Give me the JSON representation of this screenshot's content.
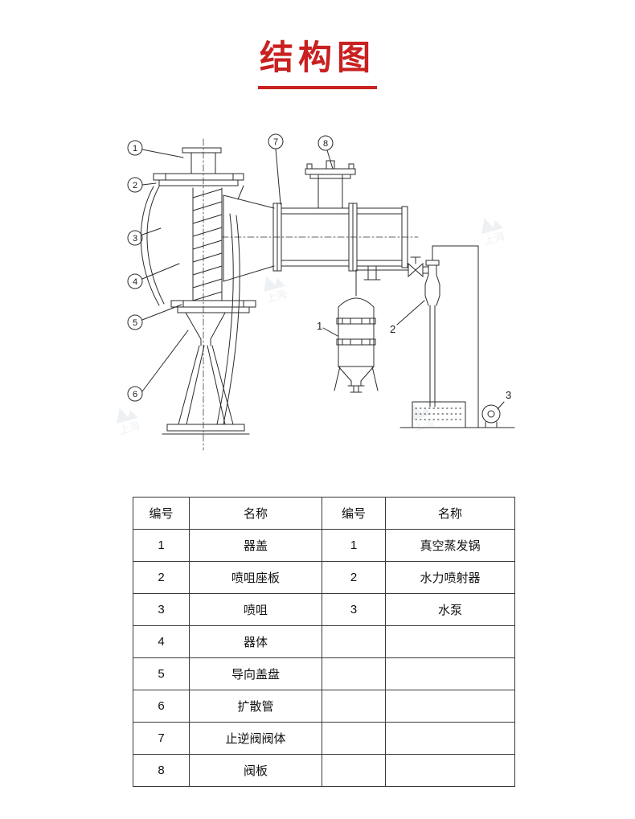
{
  "page": {
    "title": "结构图"
  },
  "diagram": {
    "callouts": [
      "1",
      "2",
      "3",
      "4",
      "5",
      "6",
      "7",
      "8"
    ],
    "part_labels": [
      "1",
      "2",
      "3"
    ],
    "watermark": "上海"
  },
  "table": {
    "headers": [
      "编号",
      "名称",
      "编号",
      "名称"
    ],
    "rows": [
      {
        "no1": "1",
        "name1": "器盖",
        "no2": "1",
        "name2": "真空蒸发锅"
      },
      {
        "no1": "2",
        "name1": "喷咀座板",
        "no2": "2",
        "name2": "水力喷射器"
      },
      {
        "no1": "3",
        "name1": "喷咀",
        "no2": "3",
        "name2": "水泵"
      },
      {
        "no1": "4",
        "name1": "器体",
        "no2": "",
        "name2": ""
      },
      {
        "no1": "5",
        "name1": "导向盖盘",
        "no2": "",
        "name2": ""
      },
      {
        "no1": "6",
        "name1": "扩散管",
        "no2": "",
        "name2": ""
      },
      {
        "no1": "7",
        "name1": "止逆阀阀体",
        "no2": "",
        "name2": ""
      },
      {
        "no1": "8",
        "name1": "阀板",
        "no2": "",
        "name2": ""
      }
    ]
  },
  "colors": {
    "accent": "#c92020",
    "line": "#2b2b2b"
  }
}
